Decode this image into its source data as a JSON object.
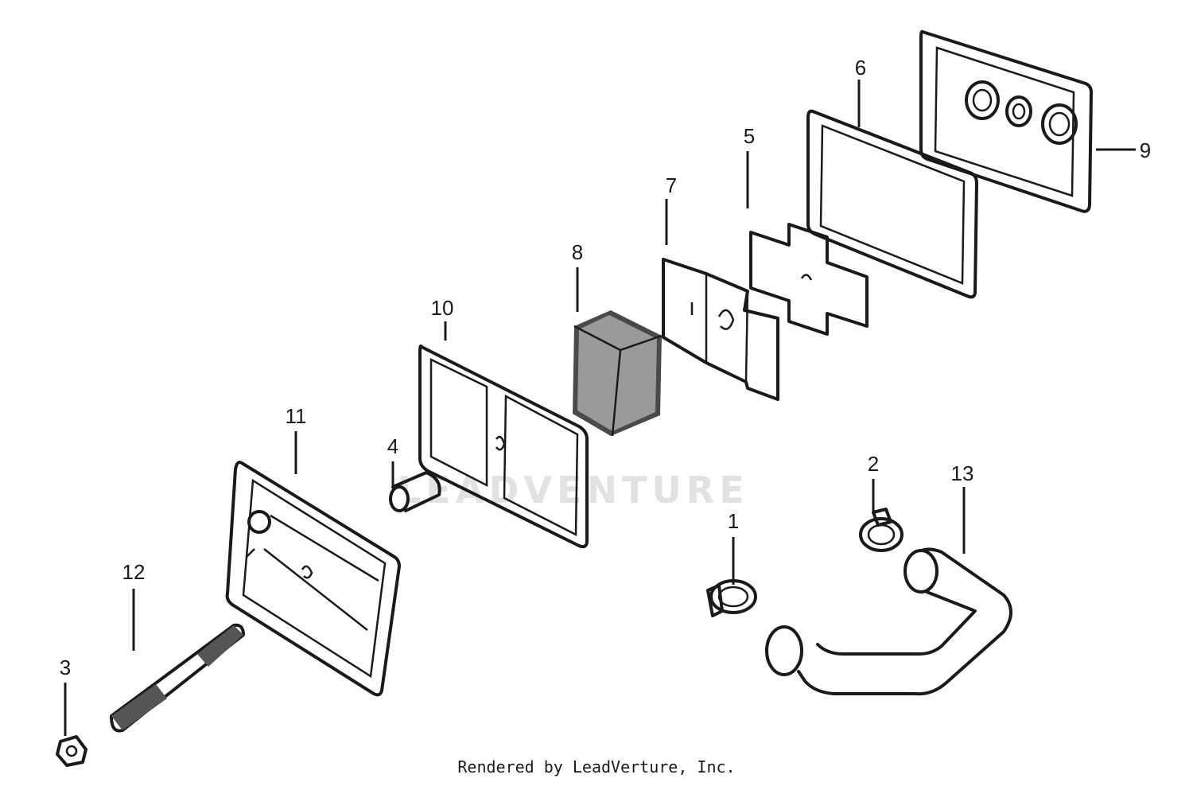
{
  "watermark": "LEADVENTURE",
  "credit": "Rendered by LeadVerture, Inc.",
  "callouts": [
    "1",
    "2",
    "3",
    "4",
    "5",
    "6",
    "7",
    "8",
    "9",
    "10",
    "11",
    "12",
    "13"
  ]
}
